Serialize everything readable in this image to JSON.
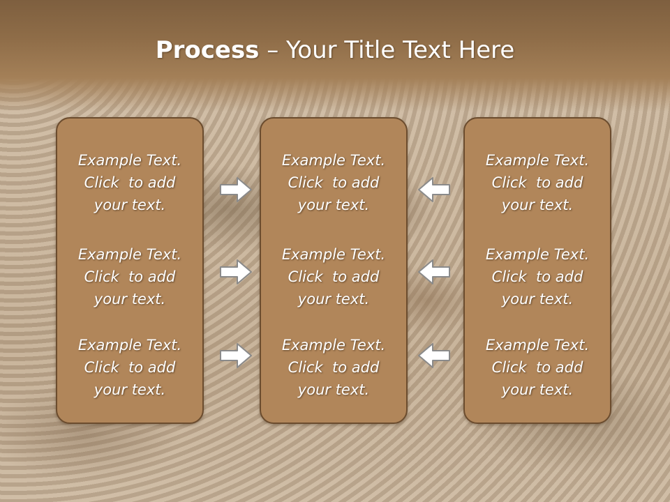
{
  "title": {
    "bold": "Process",
    "rest": " – Your Title Text Here"
  },
  "panels": [
    {
      "blocks": [
        {
          "line1": "Example Text.",
          "line2": "Click  to add",
          "line3": "your text."
        },
        {
          "line1": "Example Text.",
          "line2": "Click  to add",
          "line3": "your text."
        },
        {
          "line1": "Example Text.",
          "line2": "Click  to add",
          "line3": "your text."
        }
      ]
    },
    {
      "blocks": [
        {
          "line1": "Example Text.",
          "line2": "Click  to add",
          "line3": "your text."
        },
        {
          "line1": "Example Text.",
          "line2": "Click  to add",
          "line3": "your text."
        },
        {
          "line1": "Example Text.",
          "line2": "Click  to add",
          "line3": "your text."
        }
      ]
    },
    {
      "blocks": [
        {
          "line1": "Example Text.",
          "line2": "Click  to add",
          "line3": "your text."
        },
        {
          "line1": "Example Text.",
          "line2": "Click  to add",
          "line3": "your text."
        },
        {
          "line1": "Example Text.",
          "line2": "Click  to add",
          "line3": "your text."
        }
      ]
    }
  ],
  "arrows": {
    "left_column": "arrow-right-icon",
    "right_column": "arrow-left-icon"
  },
  "colors": {
    "panel_fill": "#b1865a",
    "panel_border": "#6b4c2e",
    "header_band": "#8f6d48",
    "text": "#ffffff"
  }
}
